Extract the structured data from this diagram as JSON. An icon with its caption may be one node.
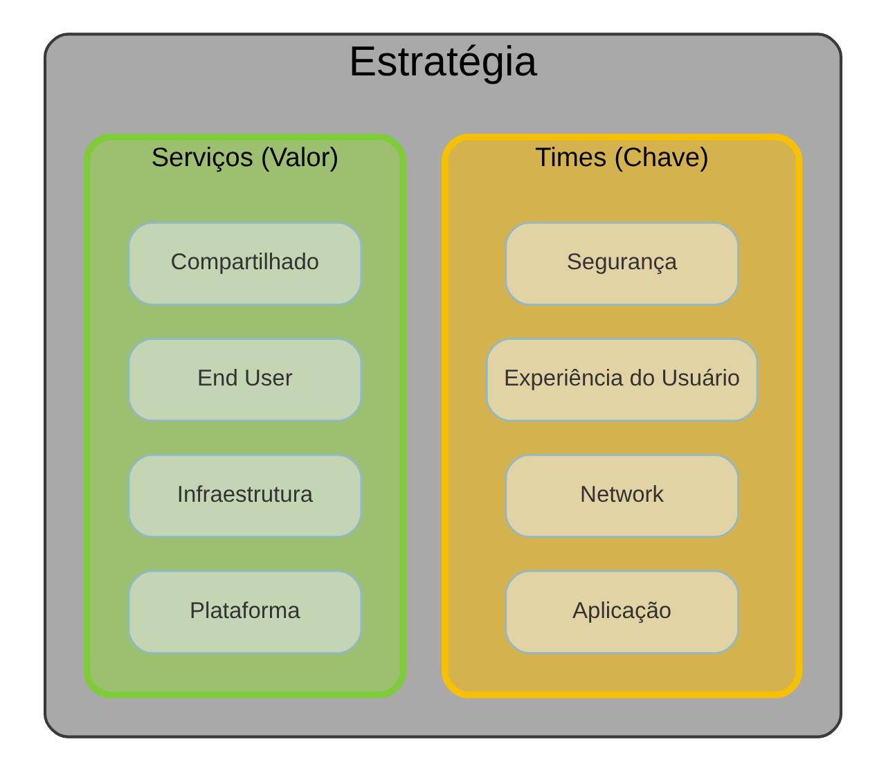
{
  "diagram": {
    "nodes": [
      {
        "text": [
          "Estratégia"
        ]
      },
      {
        "text": [
          "Times (Chave)"
        ],
        "in": 0
      },
      {
        "text": [
          "Segurança"
        ],
        "in": 1
      },
      {
        "text": [
          "Experiência do Usuário"
        ],
        "in": 1
      },
      {
        "text": [
          "Network"
        ],
        "in": 1
      },
      {
        "text": [
          "Aplicação"
        ],
        "in": 1
      },
      {
        "text": [
          "Serviços (Valor)"
        ],
        "in": 0
      },
      {
        "text": [
          "Compartilhado"
        ],
        "in": 6
      },
      {
        "text": [
          "End User"
        ],
        "in": 6
      },
      {
        "text": [
          "Infraestrutura"
        ],
        "in": 6
      },
      {
        "text": [
          "Plataforma"
        ],
        "in": 6
      }
    ]
  }
}
